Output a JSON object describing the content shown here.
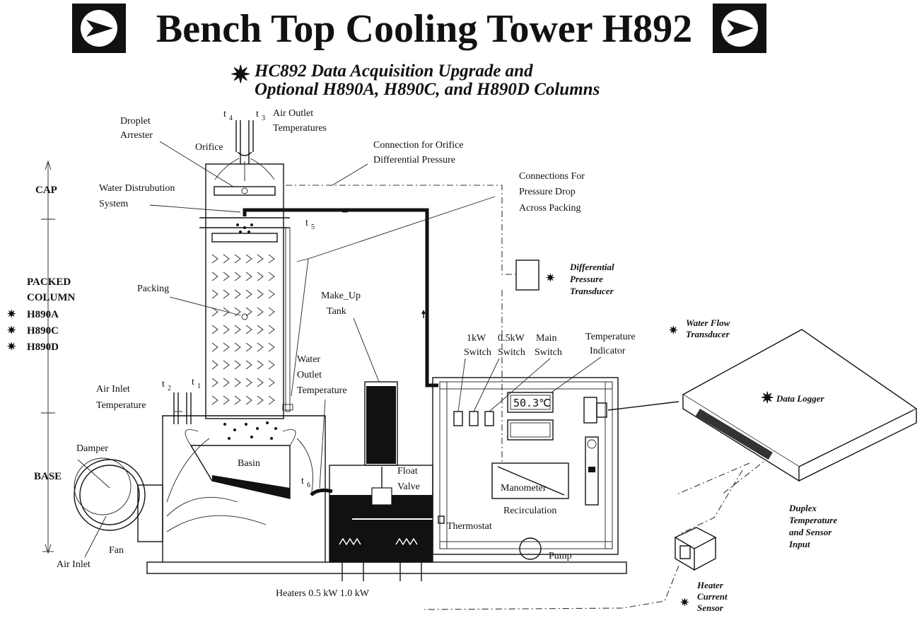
{
  "header": {
    "title": "Bench Top Cooling Tower H892",
    "subtitle_line1": "HC892 Data Acquisition Upgrade and",
    "subtitle_line2": "Optional  H890A, H890C,  and H890D  Columns",
    "star": "✷",
    "logo_icon": "arrow-logo-icon"
  },
  "sections": {
    "cap": "CAP",
    "packed_column_1": "PACKED",
    "packed_column_2": "COLUMN",
    "h890a": "H890A",
    "h890c": "H890C",
    "h890d": "H890D",
    "base": "BASE"
  },
  "labels": {
    "droplet_1": "Droplet",
    "droplet_2": "Arrester",
    "orifice": "Orifice",
    "t4": "t",
    "t4_sub": "4",
    "t3": "t",
    "t3_sub": "3",
    "air_outlet_1": "Air Outlet",
    "air_outlet_2": "Temperatures",
    "conn_orifice_1": "Connection for Orifice",
    "conn_orifice_2": "Differential Pressure",
    "water_dist_1": "Water Distrubution",
    "water_dist_2": "System",
    "conn_drop_1": "Connections For",
    "conn_drop_2": "Pressure Drop",
    "conn_drop_3": "Across Packing",
    "t5": "t",
    "t5_sub": "5",
    "packing": "Packing",
    "makeup_1": "Make_Up",
    "makeup_2": "Tank",
    "dpt_1": "Differential",
    "dpt_2": "Pressure",
    "dpt_3": "Transducer",
    "wft_1": "Water Flow",
    "wft_2": "Transducer",
    "sw1_1": "1kW",
    "sw1_2": "Switch",
    "sw05_1": "0.5kW",
    "sw05_2": "Switch",
    "main_1": "Main",
    "main_2": "Switch",
    "temp_ind_1": "Temperature",
    "temp_ind_2": "Indicator",
    "display": "50.3℃",
    "water_out_1": "Water",
    "water_out_2": "Outlet",
    "water_out_3": "Temperature",
    "air_inlet_t_1": "Air Inlet",
    "air_inlet_t_2": "Temperature",
    "t2": "t",
    "t2_sub": "2",
    "t1": "t",
    "t1_sub": "1",
    "damper": "Damper",
    "basin": "Basin",
    "t6": "t",
    "t6_sub": "6",
    "float_1": "Float",
    "float_2": "Valve",
    "manometer": "Manometer",
    "recirculation": "Recirculation",
    "thermostat": "Thermostat",
    "pump": "Pump",
    "fan": "Fan",
    "air_inlet": "Air Inlet",
    "heaters": "Heaters  0.5 kW  1.0 kW",
    "data_logger": "Data Logger",
    "duplex_1": "Duplex",
    "duplex_2": "Temperature",
    "duplex_3": "and Sensor",
    "duplex_4": "Input",
    "heater_cur_1": "Heater",
    "heater_cur_2": "Current",
    "heater_cur_3": "Sensor"
  }
}
